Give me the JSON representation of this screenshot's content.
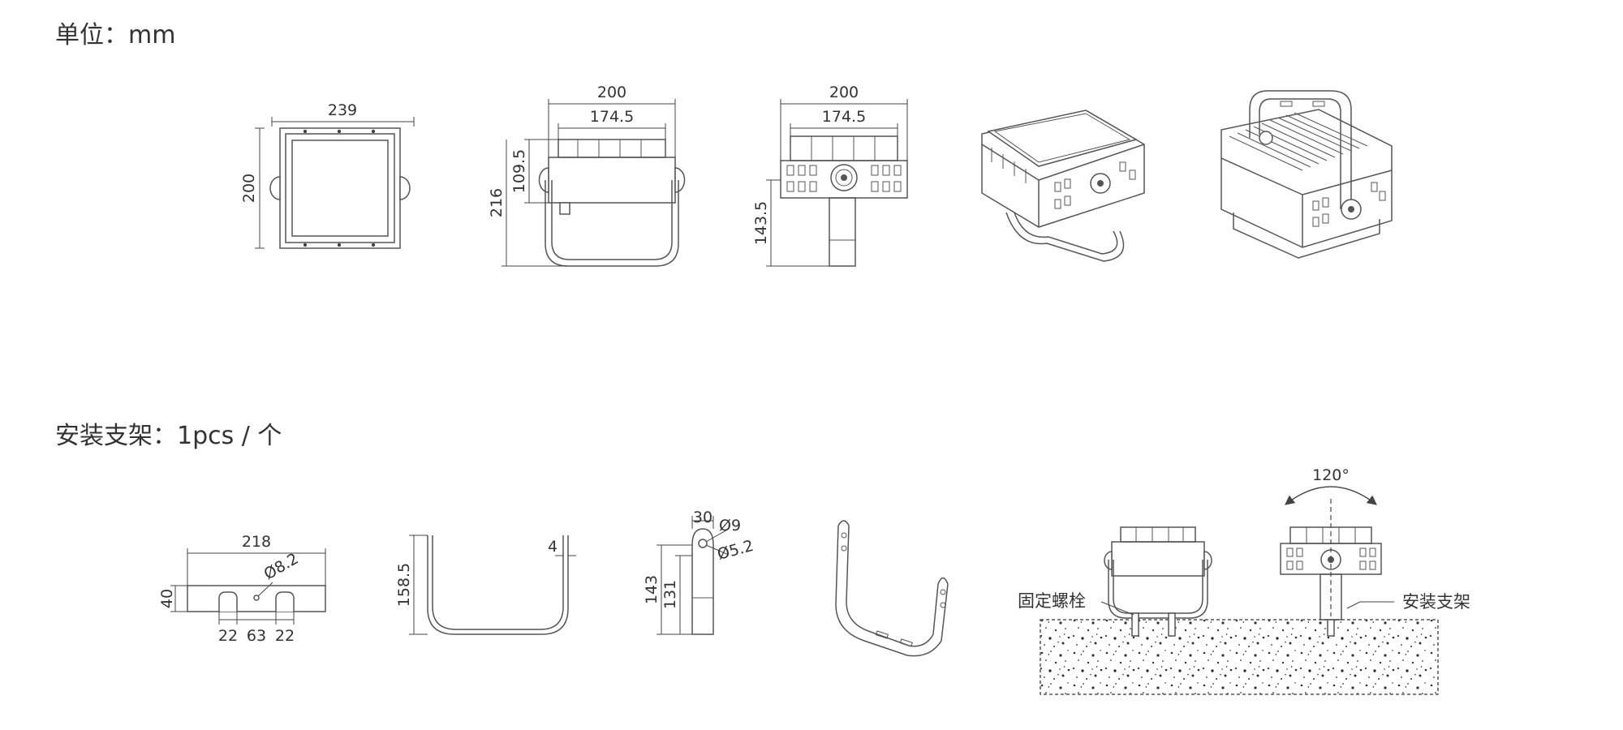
{
  "unit_label": "单位：mm",
  "bracket_label": "安装支架：1pcs / 个",
  "views": {
    "front": {
      "width": "239",
      "height": "200"
    },
    "side": {
      "top_width": "200",
      "inner_width": "174.5",
      "body_height": "109.5",
      "total_height": "216"
    },
    "back": {
      "top_width": "200",
      "inner_width": "174.5",
      "pole_height": "143.5"
    }
  },
  "bracket": {
    "top": {
      "width": "218",
      "height": "40",
      "hole_dia": "Ø8.2",
      "seg_left": "22",
      "seg_mid": "63",
      "seg_right": "22"
    },
    "profile": {
      "height": "158.5",
      "thickness": "4"
    },
    "arm": {
      "width": "30",
      "hole_large": "Ø9",
      "hole_small": "Ø5.2",
      "total_height": "143",
      "inner_height": "131"
    }
  },
  "install": {
    "angle": "120°",
    "bolt_label": "固定螺栓",
    "bracket_label": "安装支架"
  }
}
